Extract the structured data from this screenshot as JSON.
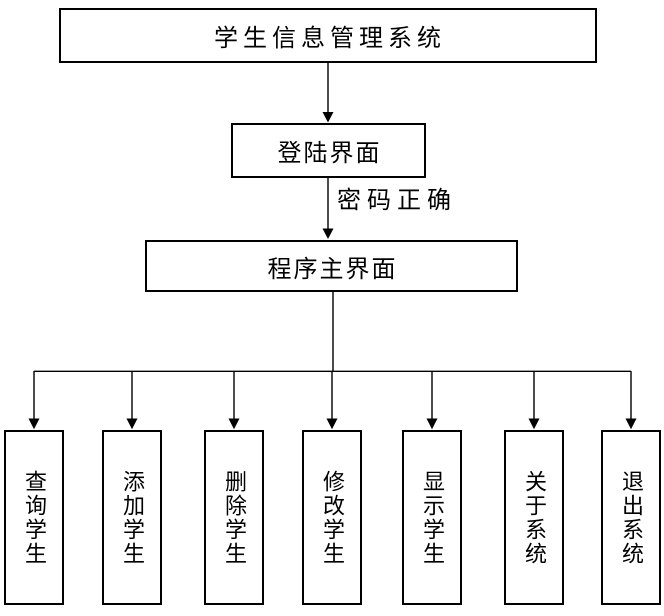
{
  "colors": {
    "line": "#000000",
    "background": "#ffffff",
    "text": "#000000"
  },
  "diagram": {
    "type": "flowchart",
    "nodes": {
      "root": "学生信息管理系统",
      "login": "登陆界面",
      "main": "程序主界面"
    },
    "edge_labels": {
      "login_to_main": "密码正确"
    },
    "children": [
      "查询学生",
      "添加学生",
      "删除学生",
      "修改学生",
      "显示学生",
      "关于系统",
      "退出系统"
    ]
  }
}
